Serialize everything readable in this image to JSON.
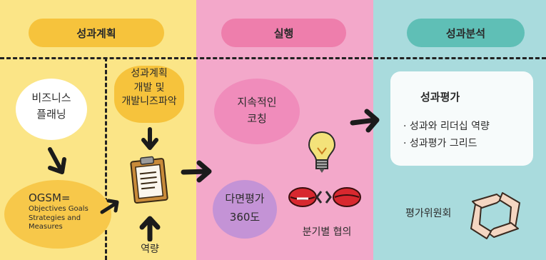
{
  "headers": {
    "plan": "성과계획",
    "execute": "실행",
    "analyze": "성과분석"
  },
  "plan": {
    "business_planning": [
      "비즈니스",
      "플래닝"
    ],
    "ogsm": {
      "title": "OGSM=",
      "lines": [
        "Objectives Goals",
        "Strategies and",
        "Measures"
      ]
    },
    "dev_plan": [
      "성과계획",
      "개발 및",
      "개발니즈파악"
    ],
    "competency": "역량"
  },
  "execute": {
    "coaching": [
      "지속적인",
      "코칭"
    ],
    "review360": [
      "다면평가",
      "360도"
    ],
    "quarterly": "분기별 협의"
  },
  "analyze": {
    "eval_title": "성과평가",
    "eval_items": [
      "· 성과와 리더십 역량",
      "· 성과평가 그리드"
    ],
    "committee": "평가위원회"
  },
  "colors": {
    "plan_bg": "#fbe587",
    "execute_bg": "#f3a8ca",
    "analyze_bg": "#a9dbdd",
    "plan_pill": "#f6c33c",
    "execute_pill": "#ee7eac",
    "analyze_pill": "#5fbfb6"
  }
}
